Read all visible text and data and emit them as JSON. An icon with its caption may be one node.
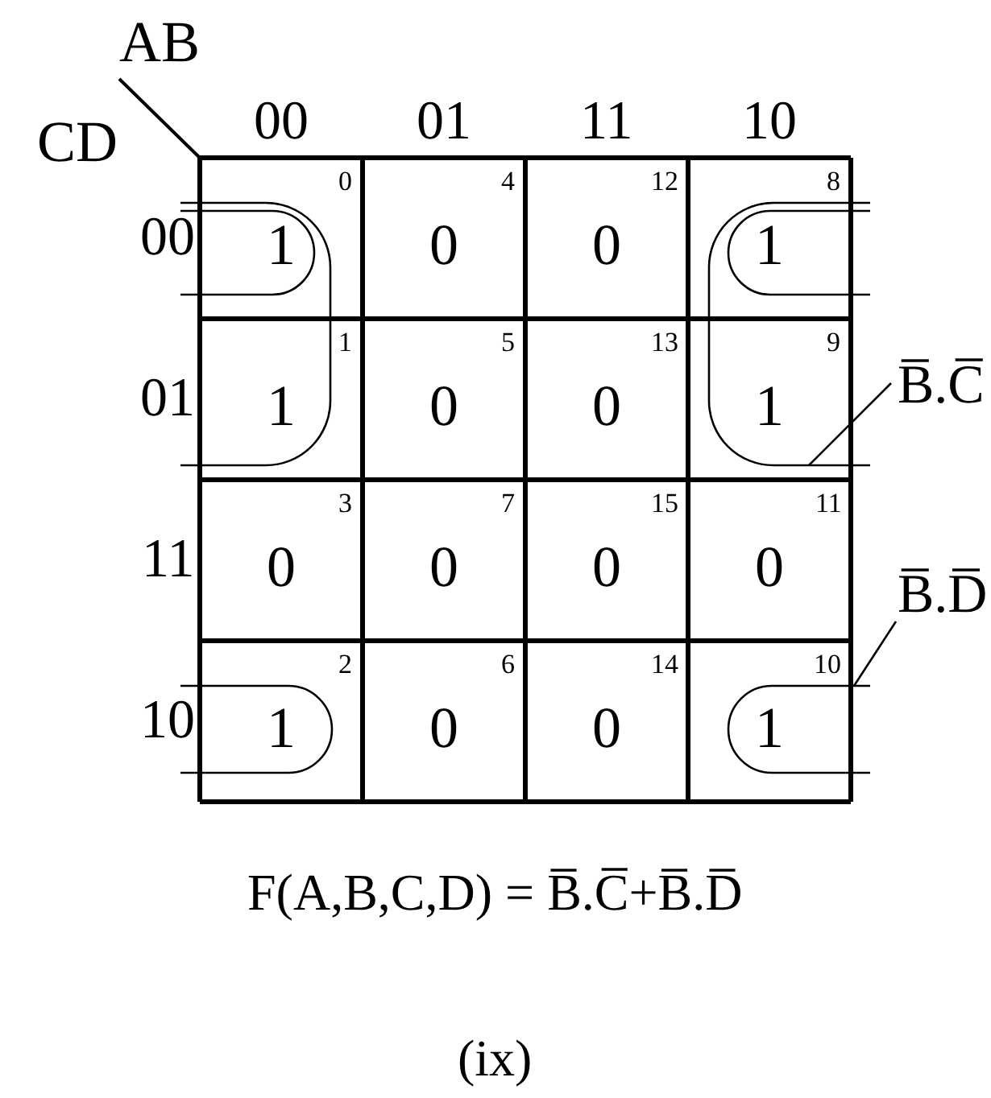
{
  "diagram": {
    "caption": "(ix)",
    "nodes": [
      {
        "text": [
          "B̅.C̅"
        ]
      },
      {
        "text": [],
        "shape": "loop"
      },
      {
        "text": [
          "B̅.D̅"
        ]
      },
      {
        "text": [],
        "shape": "loop"
      }
    ],
    "edges": [
      {
        "from": 0,
        "to": 1,
        "arrow": "none"
      },
      {
        "from": 2,
        "to": 3,
        "arrow": "none"
      }
    ],
    "labels": [
      "AB",
      "CD",
      "00",
      "01",
      "11",
      "10",
      "00",
      "0",
      "1",
      "4",
      "0",
      "12",
      "0",
      "8",
      "1",
      "01",
      "1",
      "1",
      "5",
      "0",
      "13",
      "0",
      "9",
      "1",
      "11",
      "3",
      "0",
      "7",
      "0",
      "15",
      "0",
      "11",
      "0",
      "10",
      "2",
      "1",
      "6",
      "0",
      "14",
      "0",
      "10",
      "1",
      "F(A,B,C,D) = B̅.C̅+B̅.D̅"
    ]
  }
}
